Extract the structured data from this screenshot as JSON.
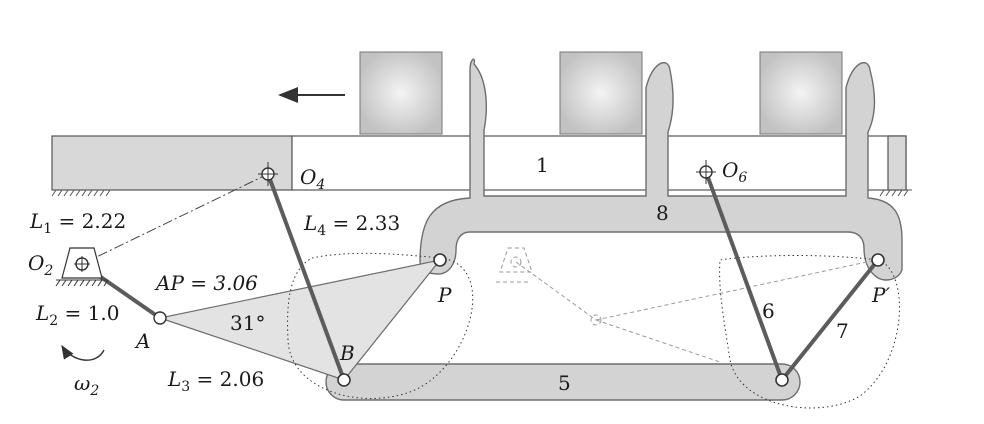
{
  "labels": {
    "o4": "O",
    "o4_sub": "4",
    "o6": "O",
    "o6_sub": "6",
    "o2": "O",
    "o2_sub": "2",
    "l1": "L",
    "l1_sub": "1",
    "l1_val": " = 2.22",
    "l4": "L",
    "l4_sub": "4",
    "l4_val": " = 2.33",
    "l2": "L",
    "l2_sub": "2",
    "l2_val": " = 1.0",
    "l3": "L",
    "l3_sub": "3",
    "l3_val": " = 2.06",
    "ap": "AP = 3.06",
    "angle": "31°",
    "a": "A",
    "b": "B",
    "p": "P",
    "pprime": "P′",
    "omega": "ω",
    "omega_sub": "2",
    "link1": "1",
    "link5": "5",
    "link6": "6",
    "link7": "7",
    "link8": "8"
  },
  "colors": {
    "link_fill": "#d3d3d3",
    "link_stroke": "#6e6e6e",
    "crank": "#5c5c5c",
    "block_center": "#f2f2f2",
    "block_edge": "#bdbdbd",
    "triangle": "#e3e3e3"
  }
}
